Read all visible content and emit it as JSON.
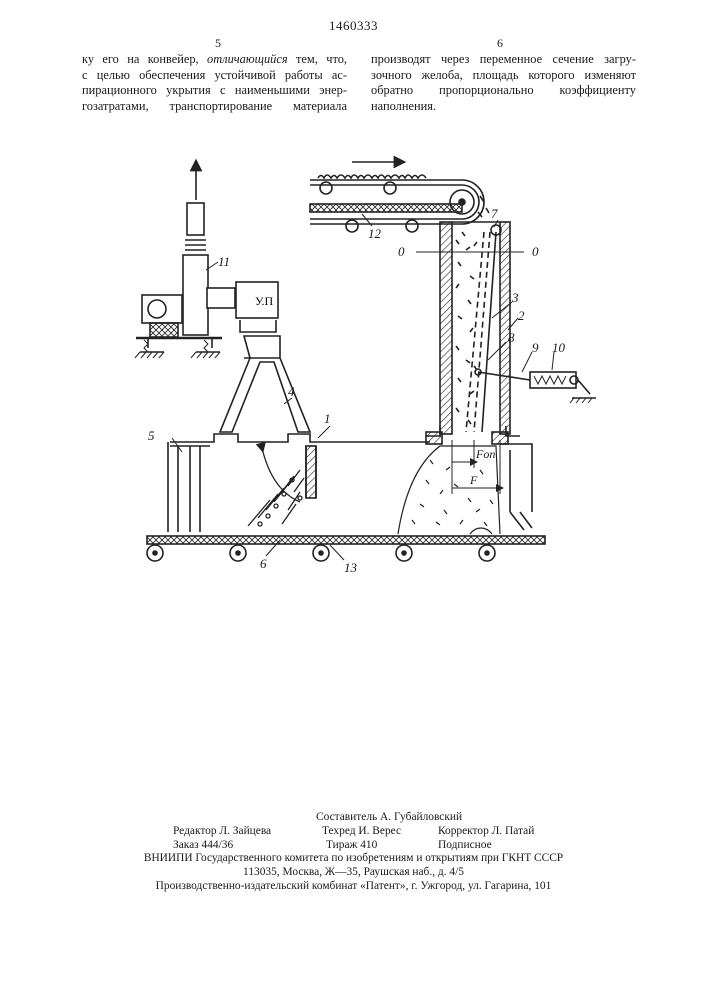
{
  "header": {
    "patent_number": "1460333",
    "col_left": "5",
    "col_right": "6"
  },
  "text": {
    "left_lines": [
      "ку его на конвейер,",
      "с целью обеспечения устойчивой работы ас-",
      "пирационного укрытия с наименьшими энер-",
      "гозатратами, транспортирование материала"
    ],
    "left_italic": "отличающийся",
    "left_tail": " тем, что,",
    "right_lines": [
      "производят через переменное сечение загру-",
      "зочного желоба, площадь которого изменяют",
      "обратно пропорционально коэффициенту",
      "наполнения."
    ]
  },
  "figure": {
    "unit_label": "У.П",
    "labels": [
      "1",
      "2",
      "3",
      "4",
      "5",
      "6",
      "7",
      "8",
      "9",
      "10",
      "11",
      "12",
      "13"
    ],
    "axis_o_left": "0",
    "axis_o_right": "0",
    "dim_fop": "Fоп",
    "dim_f": "F"
  },
  "imprint": {
    "editor": "Редактор Л. Зайцева",
    "compiler": "Составитель А. Губайловский",
    "techred": "Техред И. Верес",
    "corrector": "Корректор Л. Патай",
    "order": "Заказ 444/36",
    "circulation": "Тираж 410",
    "subscription": "Подписное",
    "vniipi": "ВНИИПИ Государственного комитета по изобретениям и открытиям при ГКНТ СССР",
    "address": "113035, Москва, Ж—35, Раушская наб., д. 4/5",
    "publisher": "Производственно-издательский комбинат «Патент», г. Ужгород, ул. Гагарина, 101"
  }
}
